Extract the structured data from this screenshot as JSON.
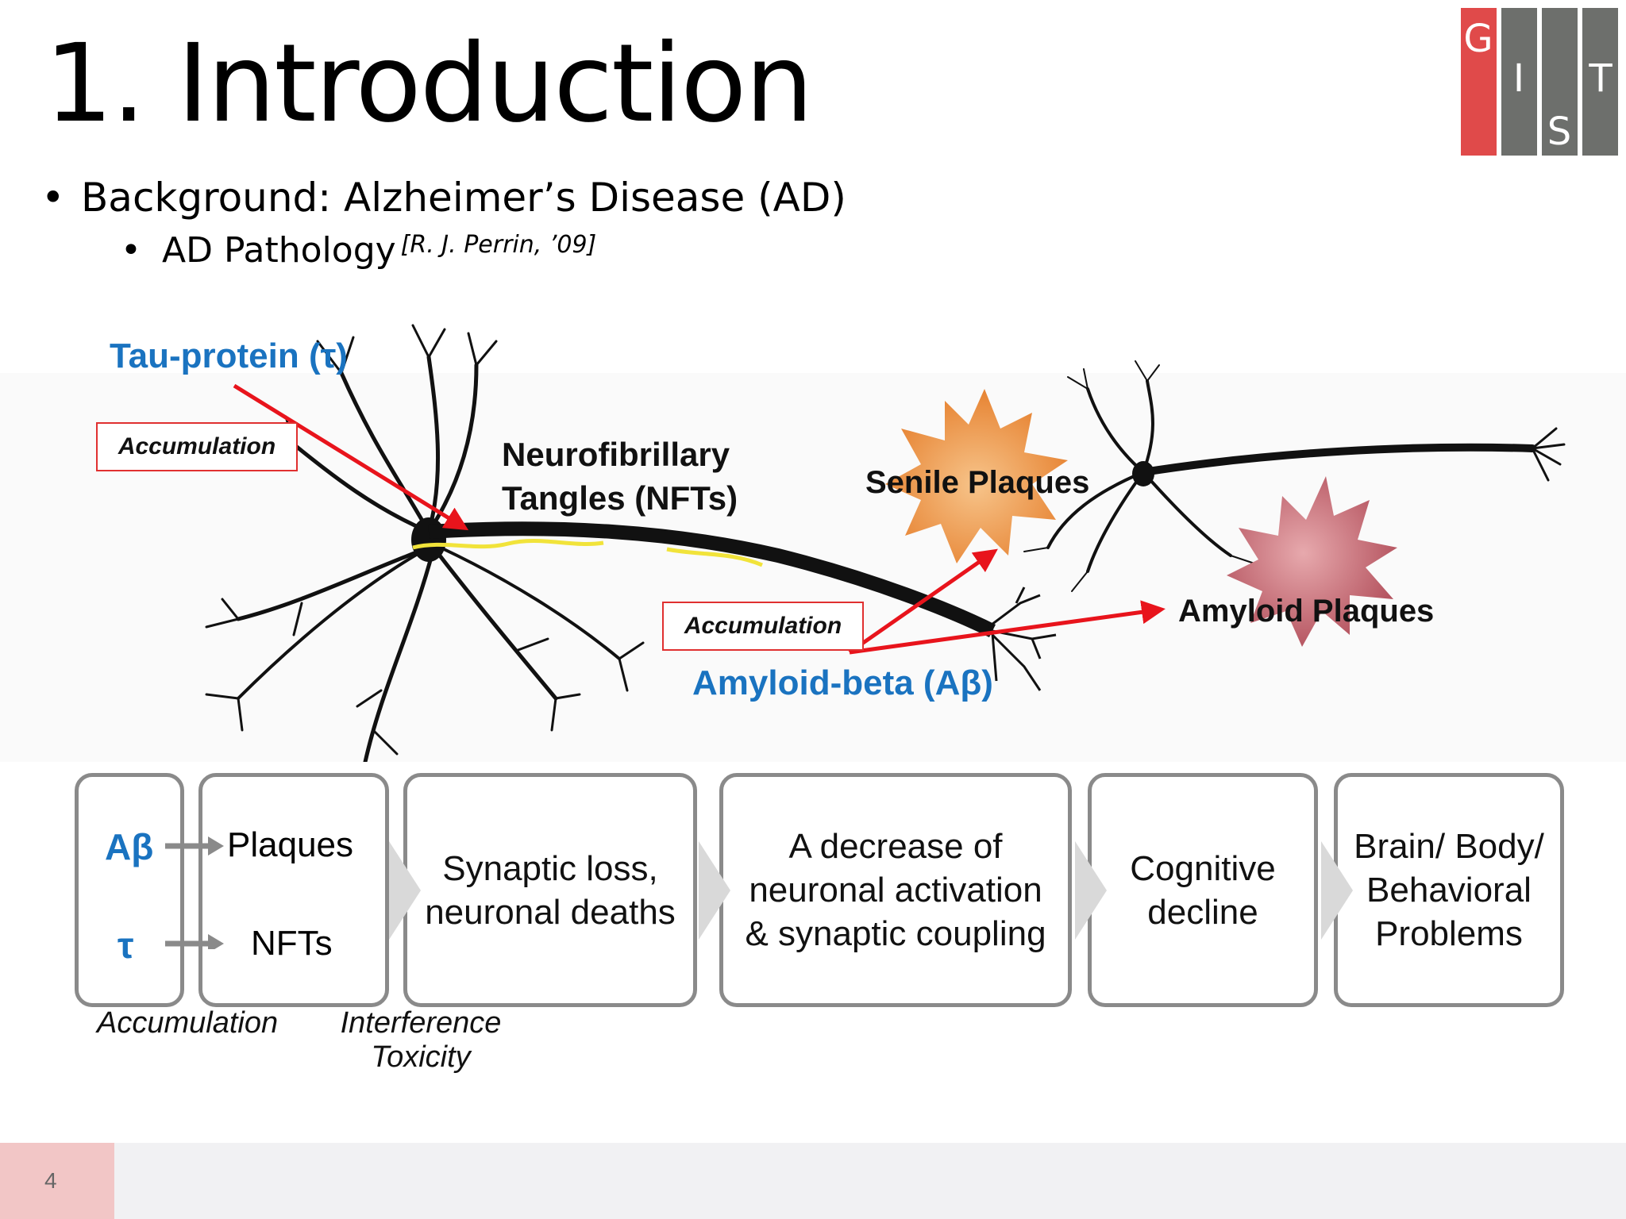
{
  "title": "1. Introduction",
  "logo": {
    "letters": [
      "G",
      "I",
      "S",
      "T"
    ],
    "colors": [
      "#e04a4a",
      "#6d6f6c",
      "#6d6f6c",
      "#6d6f6c"
    ]
  },
  "bullets": {
    "level1": "Background: Alzheimer’s Disease (AD)",
    "level2": "AD Pathology",
    "citation": "[R. J. Perrin, ’09]"
  },
  "diagram": {
    "tau_label": "Tau-protein (τ)",
    "accumulation_top": "Accumulation",
    "nft_label_line1": "Neurofibrillary",
    "nft_label_line2": "Tangles (NFTs)",
    "senile_label": "Senile Plaques",
    "amyloid_plaques_label": "Amyloid Plaques",
    "accumulation_mid": "Accumulation",
    "abeta_label": "Amyloid-beta (Aβ)",
    "colors": {
      "arrow": "#e8141c",
      "blue": "#1a73c0",
      "senile": "#e98a3a",
      "amyloid": "#c0606a"
    }
  },
  "flow": {
    "abeta": "Aβ",
    "tau": "τ",
    "plaques": "Plaques",
    "nfts": "NFTs",
    "step3_l1": "Synaptic loss,",
    "step3_l2": "neuronal deaths",
    "step4_l1": "A decrease of",
    "step4_l2": "neuronal activation",
    "step4_l3": "& synaptic coupling",
    "step5_l1": "Cognitive",
    "step5_l2": "decline",
    "step6_l1": "Brain/ Body/",
    "step6_l2": "Behavioral",
    "step6_l3": "Problems",
    "caption_accumulation": "Accumulation",
    "caption_interference": "Interference",
    "caption_toxicity": "Toxicity"
  },
  "page_number": "4"
}
